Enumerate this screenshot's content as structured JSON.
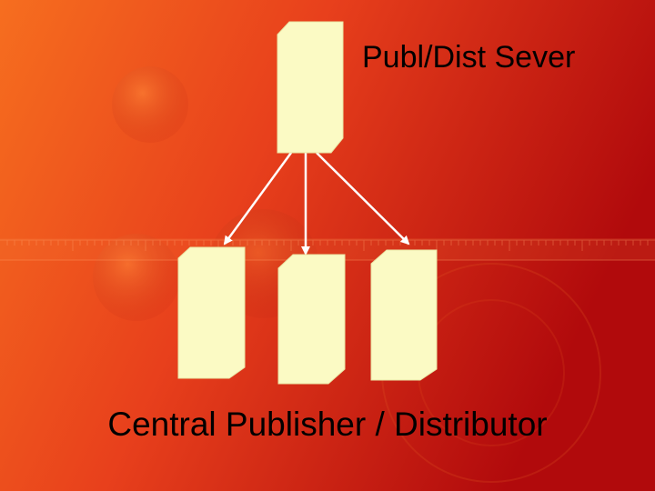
{
  "colors": {
    "background_light": "#f4661c",
    "background_mid": "#e2341b",
    "background_dark": "#b60a0c",
    "box_fill": "#fbfac4",
    "box_stroke": "#e9e6a6",
    "arrow": "#ffffff"
  },
  "diagram": {
    "server_label": "Publ/Dist Sever",
    "caption": "Central Publisher / Distributor",
    "nodes": [
      "server",
      "client-1",
      "client-2",
      "client-3"
    ],
    "edges": [
      {
        "from": "server",
        "to": "client-1"
      },
      {
        "from": "server",
        "to": "client-2"
      },
      {
        "from": "server",
        "to": "client-3"
      }
    ]
  }
}
